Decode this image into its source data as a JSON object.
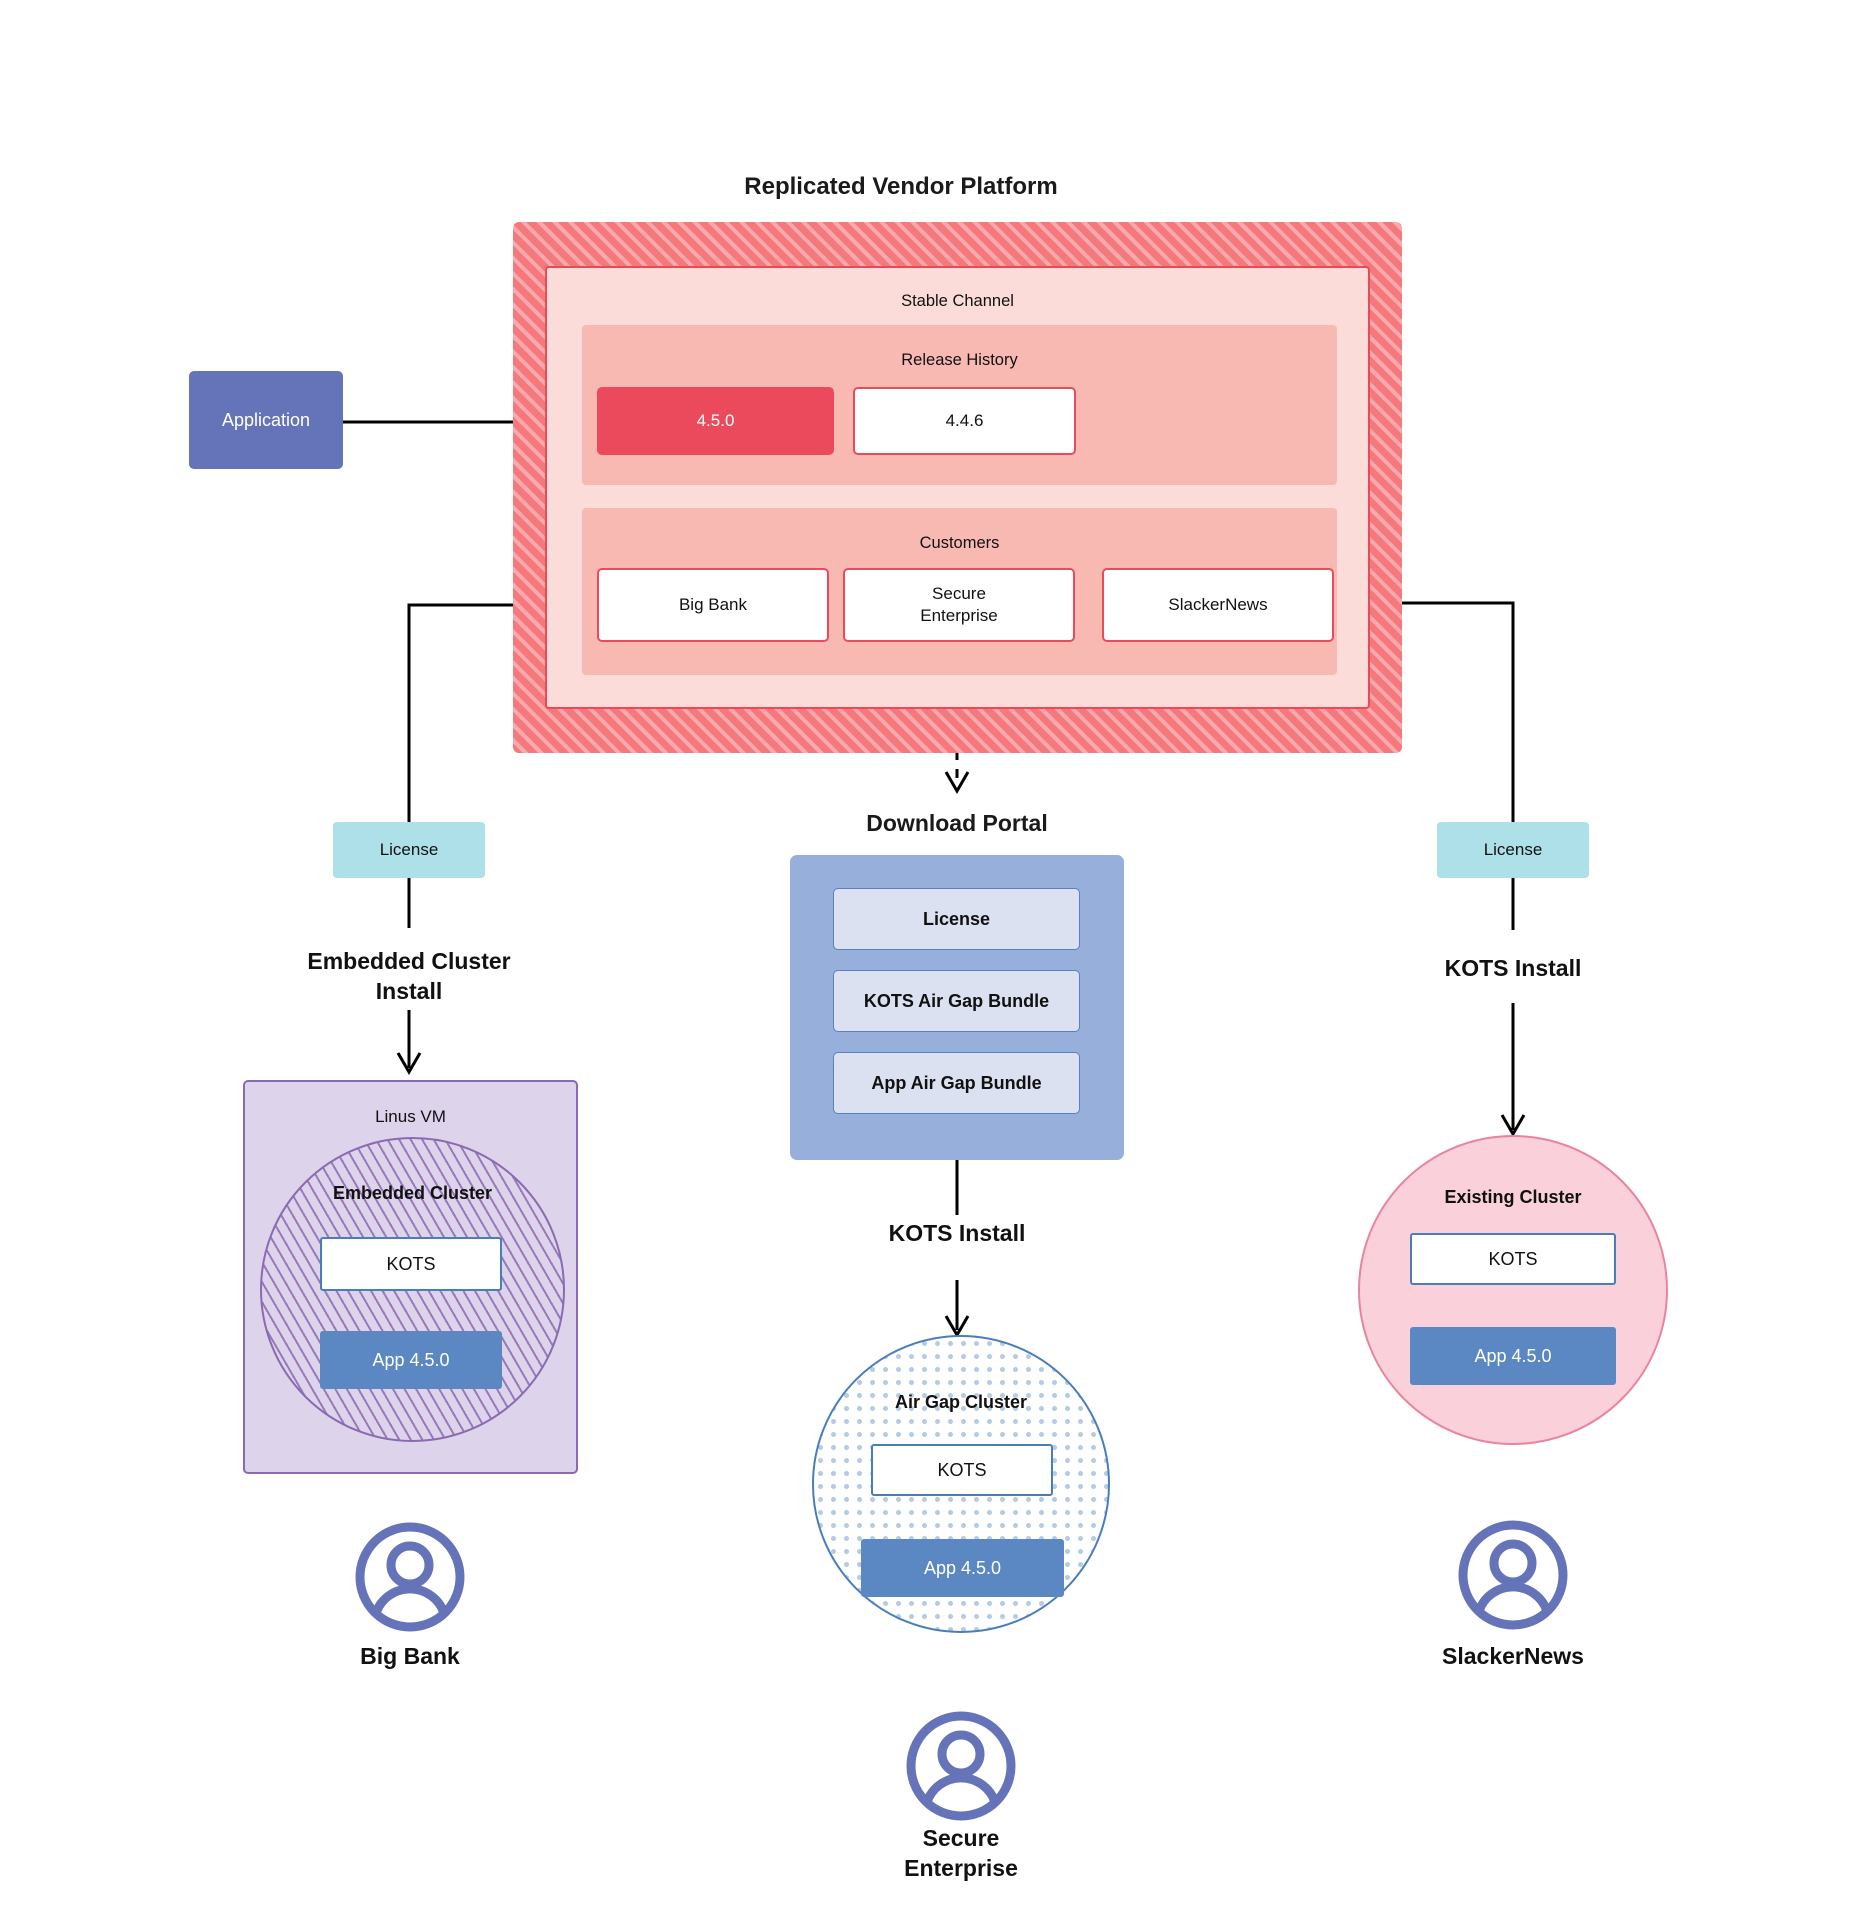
{
  "diagram": {
    "title": "Replicated Vendor Platform",
    "platform": {
      "channel_title": "Stable Channel",
      "release_history": {
        "title": "Release History",
        "releases": [
          {
            "version": "4.5.0",
            "state": "current"
          },
          {
            "version": "4.4.6",
            "state": "previous"
          }
        ]
      },
      "customers": {
        "title": "Customers",
        "items": [
          {
            "name": "Big Bank"
          },
          {
            "name": "Secure\nEnterprise"
          },
          {
            "name": "SlackerNews"
          }
        ]
      }
    },
    "application": {
      "label": "Application"
    },
    "download_portal": {
      "title": "Download  Portal",
      "items": [
        {
          "label": "License"
        },
        {
          "label": "KOTS Air Gap Bundle"
        },
        {
          "label": "App Air Gap Bundle"
        }
      ]
    },
    "licenses": {
      "left": "License",
      "right": "License"
    },
    "install_paths": {
      "left": "Embedded Cluster\nInstall",
      "center": "KOTS Install",
      "right": "KOTS Install"
    },
    "deployments": [
      {
        "id": "big-bank",
        "host_label": "Linus VM",
        "cluster_label": "Embedded Cluster",
        "kots_label": "KOTS",
        "app_label": "App 4.5.0",
        "persona": "Big Bank",
        "persona_icon": "user-avatar-icon"
      },
      {
        "id": "secure-enterprise",
        "host_label": "",
        "cluster_label": "Air Gap Cluster",
        "kots_label": "KOTS",
        "app_label": "App 4.5.0",
        "persona": "Secure\nEnterprise",
        "persona_icon": "user-avatar-icon"
      },
      {
        "id": "slackernews",
        "host_label": "",
        "cluster_label": "Existing Cluster",
        "kots_label": "KOTS",
        "app_label": "App 4.5.0",
        "persona": "SlackerNews",
        "persona_icon": "user-avatar-icon"
      }
    ],
    "colors": {
      "platform_hatch": "#f4787c",
      "platform_hatch_light": "#f9a9ab",
      "channel_bg": "#fbdcd8",
      "subsection_bg": "#f8b9b2",
      "release_current": "#ea4a5c",
      "application": "#6573b8",
      "license": "#ade0e8",
      "portal": "#96afdb",
      "portal_item": "#dce1f2",
      "vm_purple": "#ddd3ea",
      "vm_border": "#8a6bb1",
      "airgap_border": "#4a7ebb",
      "existing_cluster": "#fad0da",
      "existing_cluster_border": "#e8849f",
      "app_blue": "#5b87c3",
      "avatar": "#6573b8"
    }
  }
}
